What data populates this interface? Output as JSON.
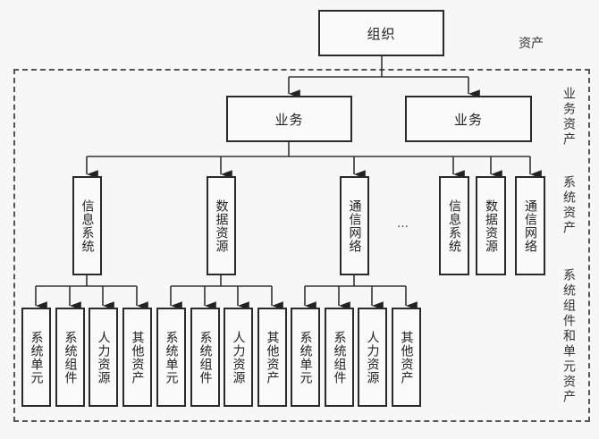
{
  "diagram": {
    "root": {
      "label": "组织"
    },
    "outer_label": "资产",
    "layer_labels": {
      "business": "业务资产",
      "system": "系统资产",
      "component": "系统组件和单元资产"
    },
    "business_nodes": [
      {
        "label": "业务"
      },
      {
        "label": "业务"
      }
    ],
    "system_nodes_left": [
      {
        "label": "信息系统"
      },
      {
        "label": "数据资源"
      },
      {
        "label": "通信网络"
      }
    ],
    "ellipsis": "…",
    "system_nodes_right": [
      {
        "label": "信息系统"
      },
      {
        "label": "数据资源"
      },
      {
        "label": "通信网络"
      }
    ],
    "component_groups": [
      {
        "items": [
          "系统单元",
          "系统组件",
          "人力资源",
          "其他资产"
        ]
      },
      {
        "items": [
          "系统单元",
          "系统组件",
          "人力资源",
          "其他资产"
        ]
      },
      {
        "items": [
          "系统单元",
          "系统组件",
          "人力资源",
          "其他资产"
        ]
      }
    ],
    "edges": [
      [
        "组织",
        "业务(1)"
      ],
      [
        "组织",
        "业务(2)"
      ],
      [
        "业务(1)",
        "信息系统"
      ],
      [
        "业务(1)",
        "数据资源"
      ],
      [
        "业务(1)",
        "通信网络"
      ],
      [
        "业务(1)",
        "信息系统(2)"
      ],
      [
        "业务(1)",
        "数据资源(2)"
      ],
      [
        "业务(1)",
        "通信网络(2)"
      ],
      [
        "信息系统",
        "系统单元"
      ],
      [
        "信息系统",
        "系统组件"
      ],
      [
        "信息系统",
        "人力资源"
      ],
      [
        "信息系统",
        "其他资产"
      ],
      [
        "数据资源",
        "系统单元"
      ],
      [
        "数据资源",
        "系统组件"
      ],
      [
        "数据资源",
        "人力资源"
      ],
      [
        "数据资源",
        "其他资产"
      ],
      [
        "通信网络",
        "系统单元"
      ],
      [
        "通信网络",
        "系统组件"
      ],
      [
        "通信网络",
        "人力资源"
      ],
      [
        "通信网络",
        "其他资产"
      ]
    ]
  }
}
